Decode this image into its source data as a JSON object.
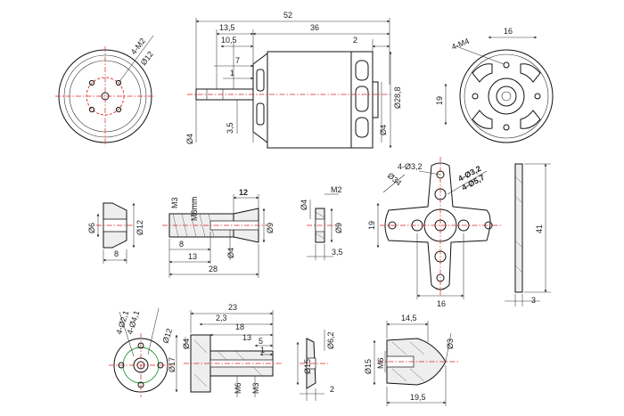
{
  "colors": {
    "outline": "#111111",
    "center_line": "#dd2222",
    "secondary_circle": "#2a9a3a",
    "background": "#ffffff"
  },
  "motor": {
    "front": {
      "holes": "4-M2",
      "dia": "Ø12"
    },
    "side": {
      "overall": "52",
      "d13_5": "13,5",
      "d36": "36",
      "d10_5": "10,5",
      "d2": "2",
      "d7": "7",
      "d1": "1",
      "d3_5": "3,5",
      "shaft": "Ø4",
      "body": "Ø28,8",
      "bearing": "Ø4"
    },
    "rear": {
      "holes": "4-M4",
      "d16": "16",
      "d19": "19"
    }
  },
  "collet": {
    "d6": "Ø6",
    "d12": "Ø12",
    "d8": "8"
  },
  "prop_adapter": {
    "m3": "M3",
    "m6": "M6mm",
    "d12": "12",
    "d9": "Ø9",
    "d8": "8",
    "d13": "13",
    "d4": "Ø4",
    "d28": "28"
  },
  "spacer": {
    "d4": "Ø4",
    "m2": "M2",
    "d9": "Ø9",
    "d3_5": "3,5"
  },
  "mount": {
    "h1": "4-Ø3,2",
    "h2": "4-Ø3,2",
    "h3": "4-Ø5,7",
    "pcd": "Ø34",
    "d19": "19",
    "d16": "16",
    "d41": "41",
    "d3": "3"
  },
  "hub": {
    "h1": "4-Ø2,1",
    "h2": "4-Ø4,1",
    "d12": "Ø12",
    "d4": "Ø4",
    "d17": "Ø17",
    "d23": "23",
    "d2_3": "2,3",
    "d18": "18",
    "d13": "13",
    "d5": "5",
    "d1": "1",
    "m6": "M6",
    "m3": "M3"
  },
  "washer": {
    "d6_2": "Ø6,2",
    "d15": "Ø15",
    "d2": "2"
  },
  "spinner": {
    "d14_5": "14,5",
    "d15": "Ø15",
    "m6": "M6",
    "d3": "Ø3",
    "d19_5": "19,5"
  }
}
